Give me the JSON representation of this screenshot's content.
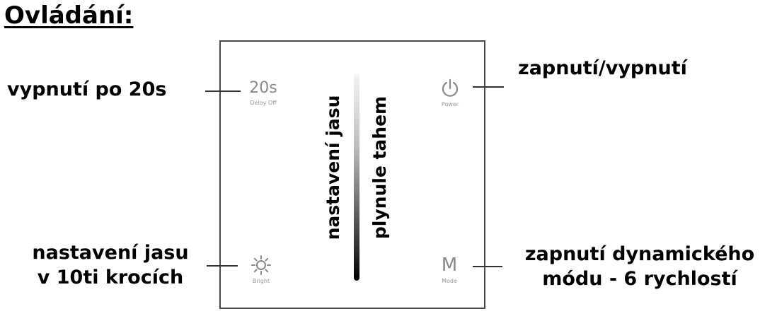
{
  "heading": "Ovládání:",
  "panel": {
    "delay": {
      "value": "20s",
      "caption": "Delay Off"
    },
    "power": {
      "icon": "power-icon",
      "caption": "Power"
    },
    "bright": {
      "icon": "sun-icon",
      "caption": "Bright"
    },
    "mode": {
      "value": "M",
      "caption": "Mode"
    },
    "slider_text_left": "nastavení jasu",
    "slider_text_right": "plynule tahem"
  },
  "labels": {
    "delay_off": "vypnutí po 20s",
    "power": "zapnutí/vypnutí",
    "bright_line1": "nastavení jasu",
    "bright_line2": "v 10ti krocích",
    "mode_line1": "zapnutí dynamického",
    "mode_line2": "módu - 6 rychlostí"
  }
}
